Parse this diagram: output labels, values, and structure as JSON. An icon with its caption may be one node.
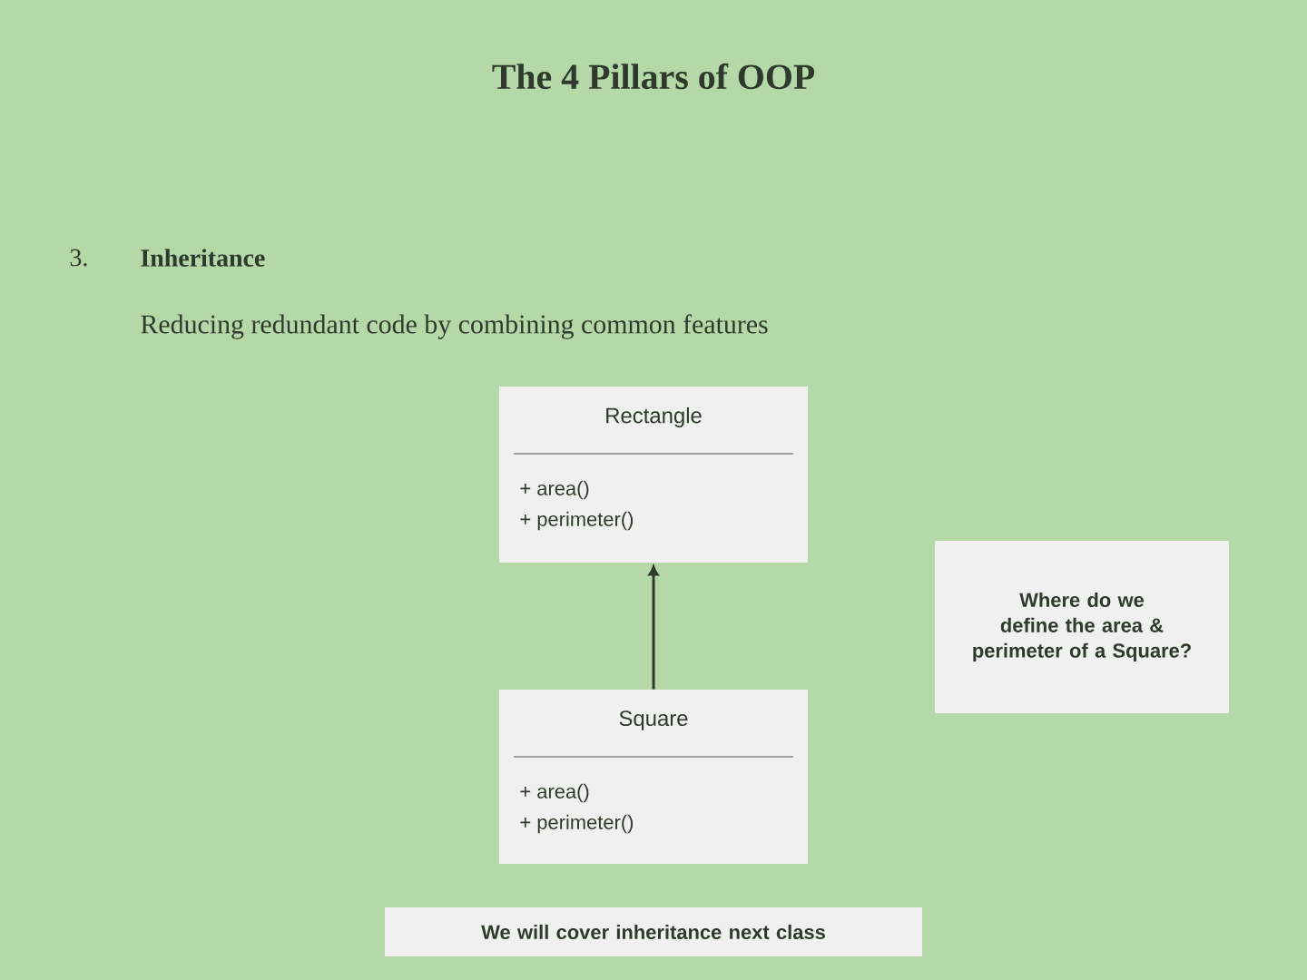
{
  "diagram": {
    "title": "The 4 Pillars of OOP",
    "nodes": [
      {
        "text": [
          "Rectangle",
          "+ area()",
          "+ perimeter()"
        ]
      },
      {
        "text": [
          "Square",
          "+ area()",
          "+ perimeter()"
        ]
      },
      {
        "text": [
          "Where do we define the area & perimeter of a Square?"
        ]
      },
      {
        "text": [
          "We will cover inheritance next class"
        ]
      }
    ],
    "edges": [
      {
        "from": 1,
        "to": 0,
        "arrow": "to"
      }
    ],
    "labels": [
      "3.",
      "Inheritance",
      "Reducing redundant code by combining common features"
    ]
  }
}
